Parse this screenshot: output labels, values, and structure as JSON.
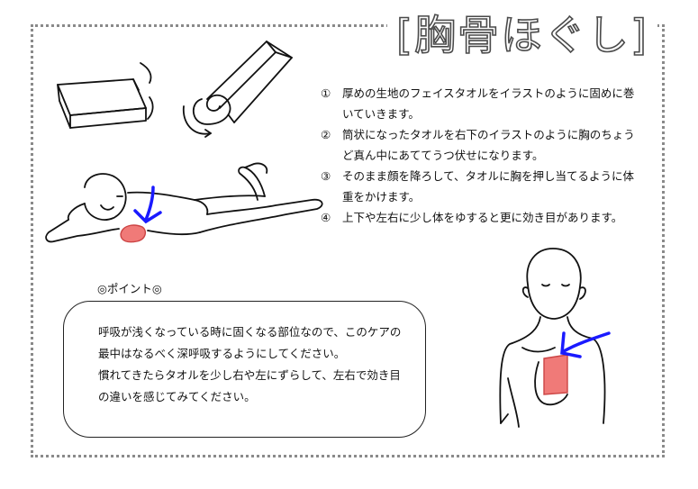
{
  "title": "[胸骨ほぐし]",
  "steps": [
    {
      "num": "①",
      "text": "厚めの生地のフェイスタオルをイラストのように固めに巻いていきます。"
    },
    {
      "num": "②",
      "text": "筒状になったタオルを右下のイラストのように胸のちょうど真ん中にあててうつ伏せになります。"
    },
    {
      "num": "③",
      "text": "そのまま顔を降ろして、タオルに胸を押し当てるように体重をかけます。"
    },
    {
      "num": "④",
      "text": "上下や左右に少し体をゆすると更に効き目があります。"
    }
  ],
  "point": {
    "title": "◎ポイント◎",
    "paragraphs": [
      "呼吸が浅くなっている時に固くなる部位なので、このケアの最中はなるべく深呼吸するようにしてください。",
      "慣れてきたらタオルを少し右や左にずらして、左右で効き目の違いを感じてみてください。"
    ]
  },
  "colors": {
    "arrow": "#1a1aff",
    "towel": "#f07a78",
    "border": "#8a8a8a"
  }
}
